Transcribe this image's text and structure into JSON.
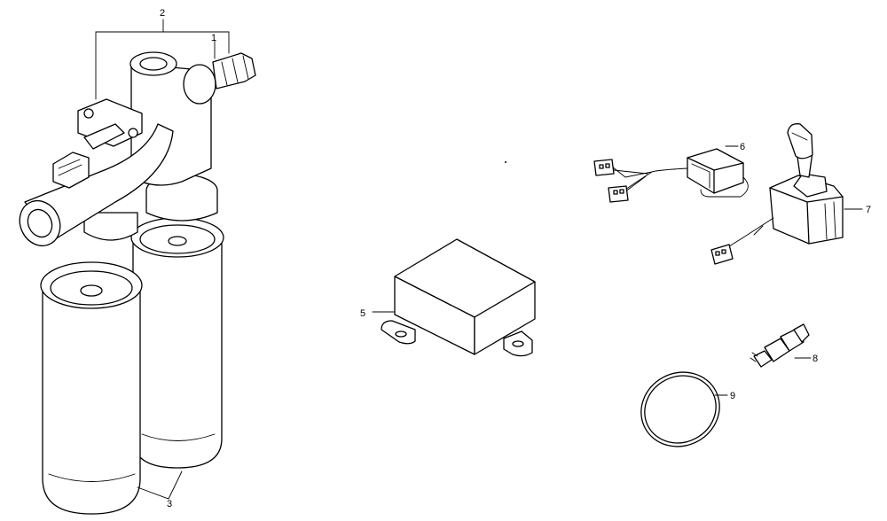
{
  "callouts": {
    "c1": "1",
    "c2": "2",
    "c3": "3",
    "c5": "5",
    "c6": "6",
    "c7": "7",
    "c8": "8",
    "c9": "9"
  }
}
